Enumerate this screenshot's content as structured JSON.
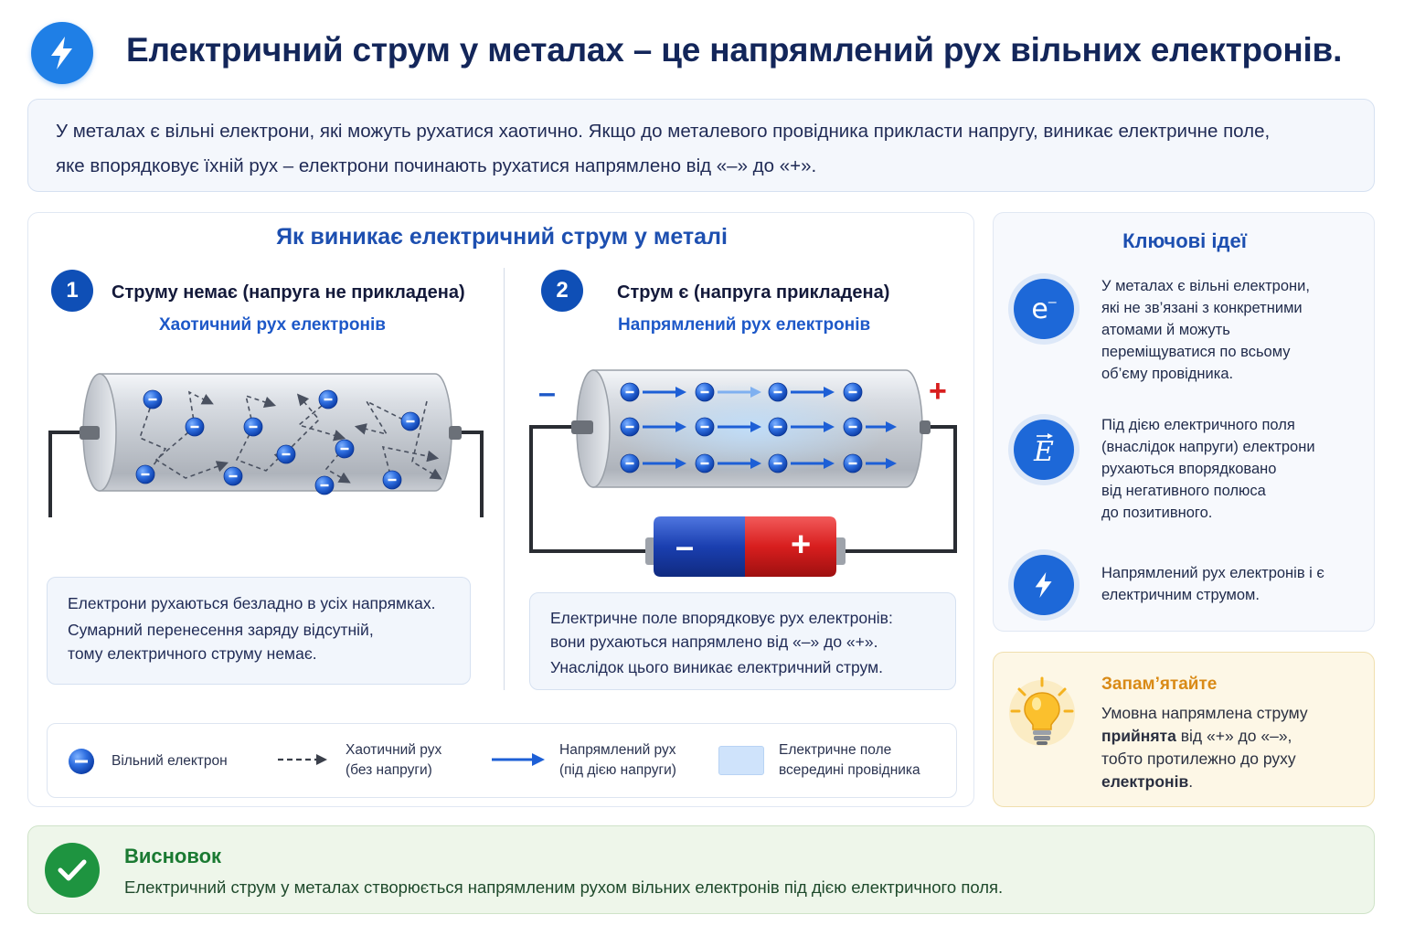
{
  "header": {
    "icon": "lightning-icon",
    "title": "Електричний струм у металах – це напрямлений рух вільних електронів."
  },
  "intro": {
    "line1": "У металах є вільні електрони, які можуть рухатися хаотично. Якщо до металевого провідника прикласти напругу, виникає електричне поле,",
    "line2": "яке впорядковує їхній рух – електрони починають рухатися напрямлено від «–» до «+»."
  },
  "main": {
    "title": "Як виникає електричний струм у металі",
    "step1": {
      "number": "1",
      "title": "Струму немає (напруга не прикладена)",
      "subtitle": "Хаотичний рух електронів",
      "note": [
        "Електрони рухаються безладно в усіх напрямках.",
        "Сумарний перенесення заряду відсутній,",
        "тому електричного струму немає."
      ]
    },
    "step2": {
      "number": "2",
      "title": "Струм є (напруга прикладена)",
      "subtitle": "Напрямлений рух електронів",
      "minus_sign": "–",
      "plus_sign": "+",
      "battery_minus": "–",
      "battery_plus": "+",
      "note": [
        "Електричне поле впорядковує рух електронів:",
        "вони рухаються напрямлено від «–» до «+».",
        "Унаслідок цього виникає електричний струм."
      ]
    },
    "legend": {
      "electron": "Вільний електрон",
      "chaotic_1": "Хаотичний рух",
      "chaotic_2": "(без напруги)",
      "directed_1": "Напрямлений рух",
      "directed_2": "(під дією напруги)",
      "field_1": "Електричне поле",
      "field_2": "всередині провідника"
    }
  },
  "key_ideas": {
    "title": "Ключові ідеї",
    "items": [
      {
        "icon": "electron-icon",
        "symbol": "e",
        "symbol_sup": "–",
        "lines": [
          "У металах є вільні електрони,",
          "які не зв’язані з конкретними",
          "атомами й можуть",
          "переміщуватися по всьому",
          "об’єму провідника."
        ]
      },
      {
        "icon": "electric-field-icon",
        "symbol": "E",
        "lines": [
          "Під дією електричного поля",
          "(внаслідок напруги) електрони",
          "рухаються впорядковано",
          "від негативного полюса",
          "до позитивного."
        ]
      },
      {
        "icon": "lightning-icon",
        "lines": [
          "Напрямлений рух електронів і є",
          "електричним струмом."
        ]
      }
    ]
  },
  "remember": {
    "icon": "lightbulb-icon",
    "title": "Запам’ятайте",
    "line1": "Умовна напрямлена струму",
    "line2_bold": "прийнята",
    "line2_rest": " від «+» до «–»,",
    "line3": "тобто протилежно до руху",
    "line4_bold": "електронів",
    "line4_rest": "."
  },
  "conclusion": {
    "icon": "check-icon",
    "title": "Висновок",
    "text": "Електричний струм у металах створюється напрямленим рухом вільних електронів під дією електричного поля."
  },
  "colors": {
    "accent_blue": "#1d4fb0",
    "electron_blue": "#1d68d8",
    "battery_negative": "#1a3fb0",
    "battery_positive": "#d81e1e",
    "conclusion_green": "#1e9440",
    "remember_orange": "#d98a16"
  }
}
